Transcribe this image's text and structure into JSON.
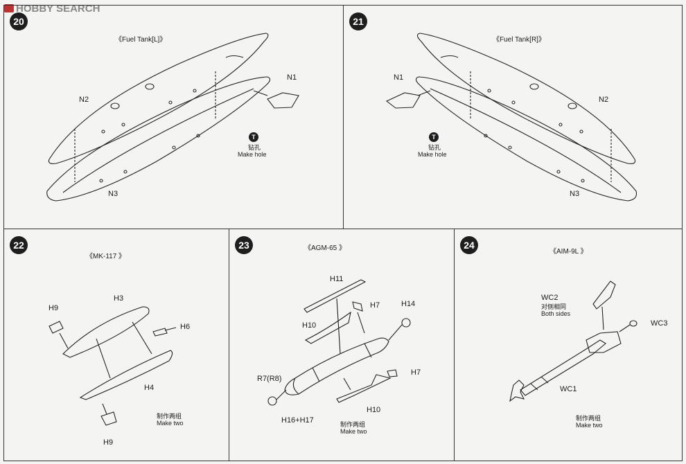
{
  "watermark": "HOBBY SEARCH",
  "steps": [
    {
      "num": "20",
      "title": "《Fuel Tank[L]》",
      "labels": {
        "n1": "N1",
        "n2": "N2",
        "n3": "N3"
      },
      "hole_letter": "T",
      "hole_cn": "钻孔",
      "hole_en": "Make hole"
    },
    {
      "num": "21",
      "title": "《Fuel Tank[R]》",
      "labels": {
        "n1": "N1",
        "n2": "N2",
        "n3": "N3"
      },
      "hole_letter": "T",
      "hole_cn": "钻孔",
      "hole_en": "Make hole"
    },
    {
      "num": "22",
      "title": "《MK-117 》",
      "labels": {
        "h9a": "H9",
        "h3": "H3",
        "h6": "H6",
        "h4": "H4",
        "h9b": "H9"
      },
      "cn": "制作两组",
      "en": "Make two"
    },
    {
      "num": "23",
      "title": "《AGM-65 》",
      "labels": {
        "h11": "H11",
        "h7a": "H7",
        "h14": "H14",
        "h10a": "H10",
        "r7": "R7(R8)",
        "h7b": "H7",
        "h10b": "H10",
        "h16": "H16+H17"
      },
      "cn": "制作两组",
      "en": "Make two"
    },
    {
      "num": "24",
      "title": "《AIM-9L 》",
      "labels": {
        "wc2": "WC2",
        "wc3": "WC3",
        "wc1": "WC1"
      },
      "both_cn": "对侧相同",
      "both_en": "Both sides",
      "cn": "制作两组",
      "en": "Make two"
    }
  ]
}
